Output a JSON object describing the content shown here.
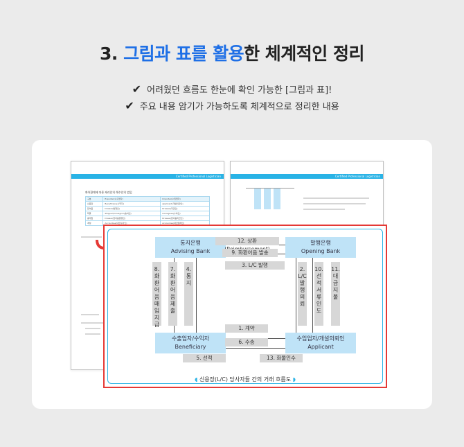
{
  "heading": {
    "number": "3.",
    "highlight1": "그림과",
    "highlight2": "표를",
    "highlight3": "활용",
    "rest": "한 체계적인 정리"
  },
  "checklist": [
    {
      "text": "어려웠던 흐름도 한눈에 확인 가능한 [그림과 표]!"
    },
    {
      "text": "주요 내용 암기가 가능하도록 체계적으로 정리한 내용"
    }
  ],
  "book": {
    "header_label": "Certified Professional Logistician",
    "right_header_label": "Certified Professional Logistician",
    "table_title": "화어환계에 따른 캐리인의 해수인의 범입",
    "table_header": [
      "구분",
      "Exporter(수출업자)",
      "Importer(수입업자)"
    ],
    "table_rows": [
      [
        "신용장",
        "Beneficiary(수익자)",
        "Applicant(개설의뢰인)"
      ],
      [
        "환어음",
        "Drawer(발행인)",
        "Drawee(지급인)"
      ],
      [
        "화물",
        "Shipper/Consignor(송하인)",
        "Consignee(수하인)"
      ],
      [
        "중개업",
        "Drawer(환어음발행인)",
        "Drawee(환어음지급인)"
      ],
      [
        "계정",
        "Accountee(대금수취인)",
        "Accountee(대금결제인)"
      ]
    ]
  },
  "diagram": {
    "advising_bank": {
      "ko": "통지은행",
      "en": "Advising Bank"
    },
    "opening_bank": {
      "ko": "발행은행",
      "en": "Opening Bank"
    },
    "beneficiary": {
      "ko": "수출업자/수익자",
      "en": "Beneficiary"
    },
    "applicant": {
      "ko": "수입업자/개설의뢰인",
      "en": "Applicant"
    },
    "steps": {
      "s12": "12. 상환(Reimbursement)",
      "s9": "9. 화환어음 발송",
      "s3": "3. L/C 발행",
      "s1": "1. 계약",
      "s6": "6. 수송",
      "s5": "5. 선적",
      "s13": "13. 화물인수",
      "s8": "8. 화환어음 매입지급",
      "s7": "7. 화환어음 제출",
      "s4": "4. 통지",
      "s2": "2. L/C 발행의뢰",
      "s10": "10. 선적서류인도",
      "s11": "11. 대금지불"
    },
    "caption": "신용장(L/C) 당사자들 간의 거래 흐름도"
  },
  "colors": {
    "highlight": "#1e6fe6",
    "accent_blue": "#29b3e6",
    "frame_red": "#e53935"
  }
}
